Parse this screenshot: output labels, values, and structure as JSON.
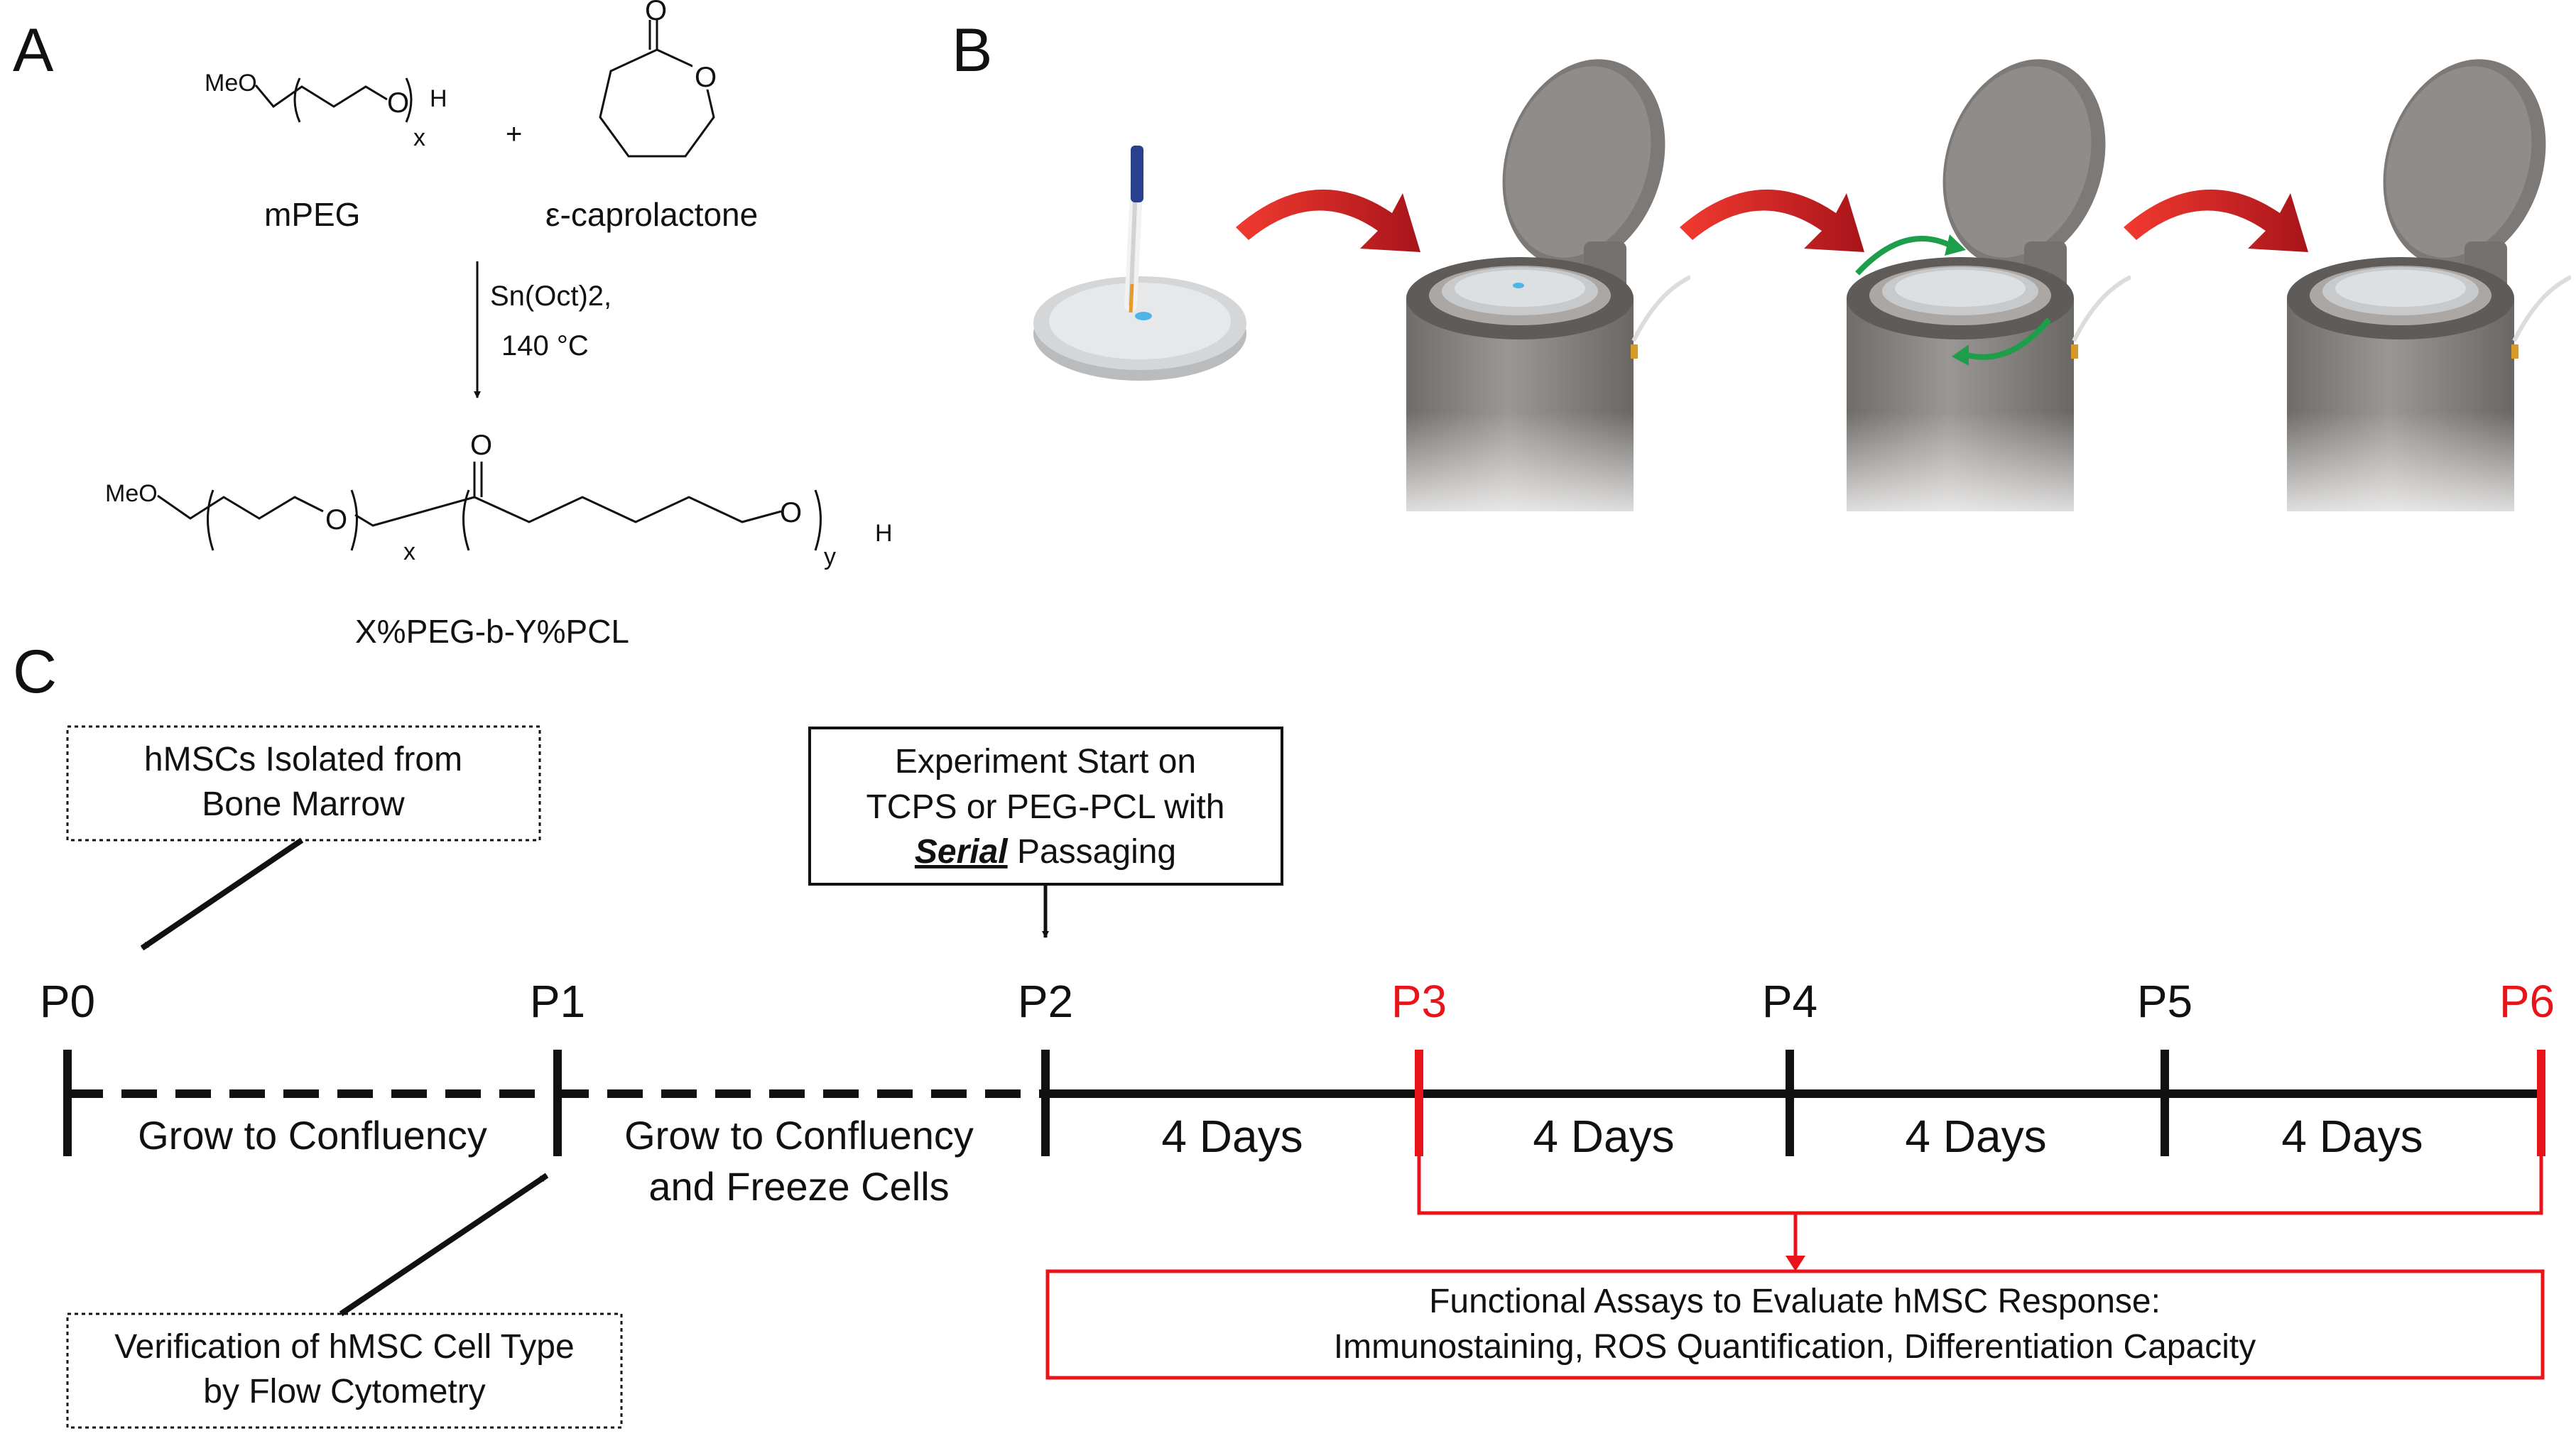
{
  "panels": {
    "a": "A",
    "b": "B",
    "c": "C"
  },
  "panel_a": {
    "mpeg_prefix": "MeO",
    "mpeg_h": "H",
    "mpeg_sub": "x",
    "mpeg_oxygen": "O",
    "plus": "+",
    "reactant1": "mPEG",
    "reactant2": "ε-caprolactone",
    "ring_o": "O",
    "ring_carbonyl_o": "O",
    "catalyst": "Sn(Oct)2,",
    "temperature": "140 °C",
    "product_prefix": "MeO",
    "product_o1": "O",
    "product_x": "x",
    "product_carbonyl_o": "O",
    "product_o2": "O",
    "product_y": "y",
    "product_h": "H",
    "product_name": "X%PEG-b-Y%PCL"
  },
  "panel_c": {
    "note_isolated": [
      "hMSCs Isolated from",
      "Bone Marrow"
    ],
    "note_verification": [
      "Verification of hMSC Cell Type",
      "by Flow Cytometry"
    ],
    "note_experiment": {
      "line1": "Experiment Start on",
      "line2": "TCPS or PEG-PCL with",
      "emph": "Serial",
      "line3_rest": " Passaging"
    },
    "passages": [
      "P0",
      "P1",
      "P2",
      "P3",
      "P4",
      "P5",
      "P6"
    ],
    "segment_labels": [
      [
        "Grow to Confluency"
      ],
      [
        "Grow to Confluency",
        "and Freeze Cells"
      ],
      [
        "4 Days"
      ],
      [
        "4 Days"
      ],
      [
        "4 Days"
      ],
      [
        "4 Days"
      ]
    ],
    "assays": [
      "Functional Assays to Evaluate hMSC Response:",
      "Immunostaining, ROS Quantification, Differentiation Capacity"
    ]
  },
  "colors": {
    "highlight": "#e8141a",
    "device": "#8a8784",
    "arrow_red": "#c21a1c",
    "arrow_green": "#1e9e4a",
    "dish": "#d4d6d8",
    "droplet": "#4fb4e6"
  }
}
